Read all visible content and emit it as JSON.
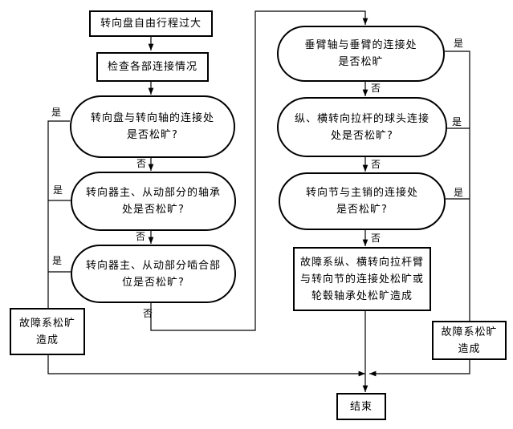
{
  "nodes": {
    "start": "转向盘自由行程过大",
    "check": "检查各部连接情况",
    "left_q1": "转向盘与转向轴的连接处\n是否松旷?",
    "left_q2": "转向器主、从动部分的轴承\n处是否松旷?",
    "left_q3": "转向器主、从动部分啮合部\n位是否松旷?",
    "left_fault": "故障系松旷\n造成",
    "right_q1": "垂臂轴与垂臂的连接处\n是否松旷",
    "right_q2": "纵、横转向拉杆的球头连接\n处是否松旷?",
    "right_q3": "转向节与主销的连接处\n是否松旷?",
    "right_result": "故障系纵、横转向拉杆臂\n与转向节的连接处松旷或\n轮毂轴承处松旷造成",
    "right_fault": "故障系松旷\n造成",
    "end": "结束"
  },
  "labels": {
    "yes": "是",
    "no": "否"
  }
}
